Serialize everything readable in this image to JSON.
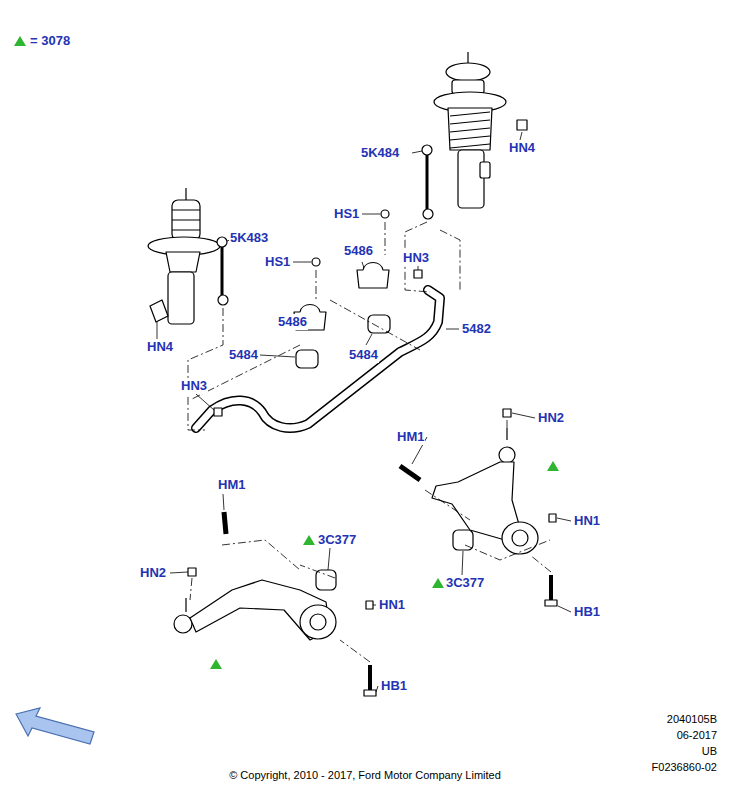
{
  "diagram": {
    "labels": [
      "5K484",
      "HN4",
      "HS1",
      "5K483",
      "HS1",
      "5486",
      "HN3",
      "5486",
      "5482",
      "5484",
      "5484",
      "HN4",
      "HN3",
      "HM1",
      "HN2",
      "HN1",
      "HM1",
      "3C377",
      "HN2",
      "3C377",
      "HN1",
      "HB1",
      "HB1",
      "2040105B",
      "06-2017",
      "UB",
      "F0236860-02",
      "© Copyright, 2010 - 2017, Ford Motor Company Limited"
    ],
    "legend": [
      {
        "text": "= 3078"
      }
    ]
  }
}
